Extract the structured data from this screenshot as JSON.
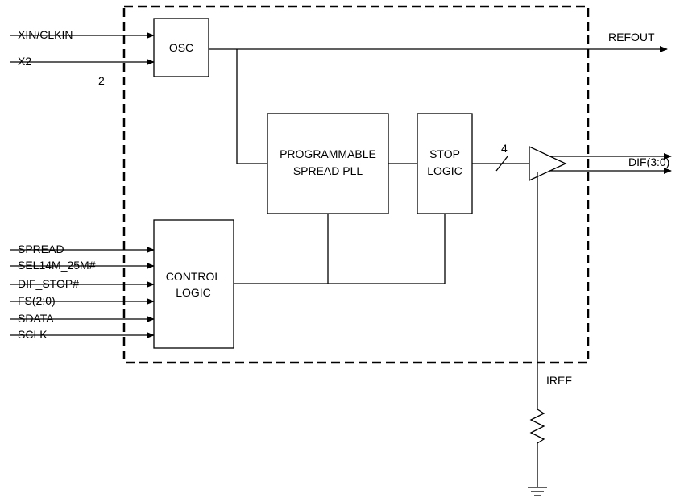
{
  "inputs": {
    "xin": "XIN/CLKIN",
    "x2": "X2",
    "spread": "SPREAD",
    "sel": "SEL14M_25M#",
    "difstop": "DIF_STOP#",
    "fs": "FS(2:0)",
    "sdata": "SDATA",
    "sclk": "SCLK"
  },
  "outputs": {
    "refout": "REFOUT",
    "dif": "DIF(3:0)"
  },
  "blocks": {
    "osc": "OSC",
    "pll_line1": "PROGRAMMABLE",
    "pll_line2": "SPREAD  PLL",
    "stop_line1": "STOP",
    "stop_line2": "LOGIC",
    "ctrl_line1": "CONTROL",
    "ctrl_line2": "LOGIC"
  },
  "annotations": {
    "x2_pin_count": "2",
    "bus_width": "4",
    "iref": "IREF"
  }
}
